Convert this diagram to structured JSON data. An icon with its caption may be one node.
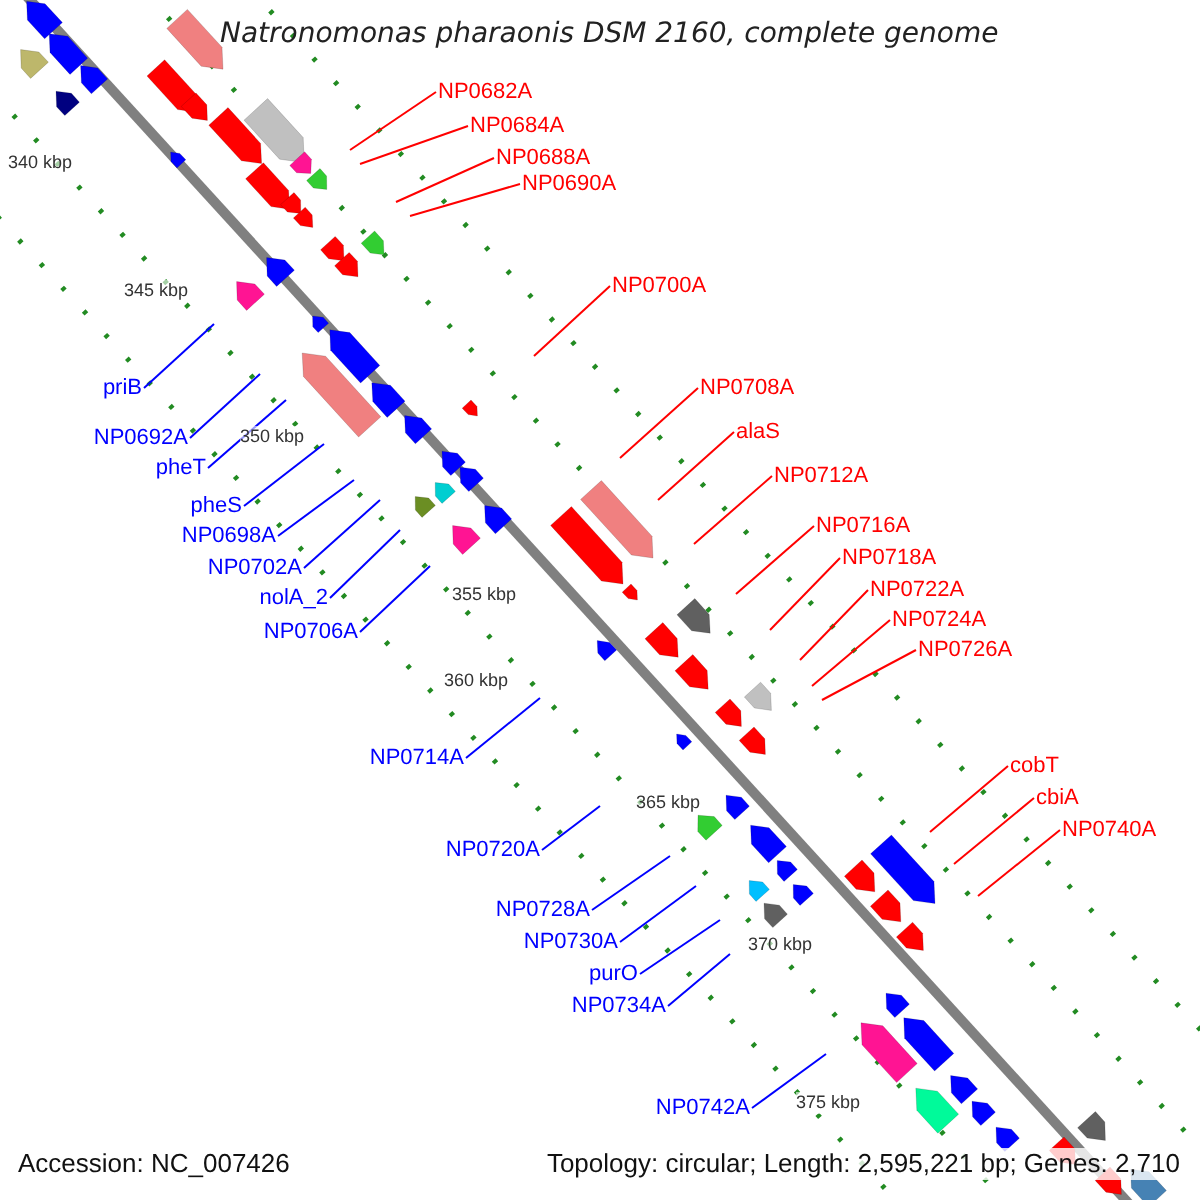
{
  "diagram": {
    "title": "Natronomonas pharaonis DSM 2160, complete genome",
    "nodes": [
      {
        "text": [
          "NP0682A"
        ]
      },
      {
        "text": [
          "NP0684A"
        ]
      },
      {
        "text": [
          "NP0688A"
        ]
      },
      {
        "text": [
          "NP0690A"
        ]
      },
      {
        "text": [
          "NP0700A"
        ]
      },
      {
        "text": [
          "priB"
        ]
      },
      {
        "text": [
          "NP0708A"
        ]
      },
      {
        "text": [
          "NP0692A"
        ]
      },
      {
        "text": [
          "alaS"
        ]
      },
      {
        "text": [
          "pheT"
        ]
      },
      {
        "text": [
          "NP0712A"
        ]
      },
      {
        "text": [
          "pheS"
        ]
      },
      {
        "text": [
          "NP0698A"
        ]
      },
      {
        "text": [
          "NP0716A"
        ]
      },
      {
        "text": [
          "NP0718A"
        ]
      },
      {
        "text": [
          "NP0702A"
        ]
      },
      {
        "text": [
          "NP0722A"
        ]
      },
      {
        "text": [
          "nolA_2"
        ]
      },
      {
        "text": [
          "NP0724A"
        ]
      },
      {
        "text": [
          "NP0706A"
        ]
      },
      {
        "text": [
          "NP0726A"
        ]
      },
      {
        "text": [
          "NP0714A"
        ]
      },
      {
        "text": [
          "cobT"
        ]
      },
      {
        "text": [
          "cbiA"
        ]
      },
      {
        "text": [
          "NP0740A"
        ]
      },
      {
        "text": [
          "NP0720A"
        ]
      },
      {
        "text": [
          "NP0728A"
        ]
      },
      {
        "text": [
          "NP0730A"
        ]
      },
      {
        "text": [
          "purO"
        ]
      },
      {
        "text": [
          "NP0734A"
        ]
      },
      {
        "text": [
          "NP0742A"
        ]
      }
    ],
    "edges": [
      {
        "from": 0,
        "to": null,
        "arrow": "none"
      },
      {
        "from": 1,
        "to": null,
        "arrow": "none"
      },
      {
        "from": 2,
        "to": null,
        "arrow": "none"
      },
      {
        "from": 3,
        "to": null,
        "arrow": "none"
      },
      {
        "from": 4,
        "to": null,
        "arrow": "none"
      },
      {
        "from": 5,
        "to": null,
        "arrow": "none",
        "color": "#0000ff"
      },
      {
        "from": 6,
        "to": null,
        "arrow": "none"
      },
      {
        "from": 7,
        "to": null,
        "arrow": "none",
        "color": "#0000ff"
      },
      {
        "from": 8,
        "to": null,
        "arrow": "none"
      },
      {
        "from": 9,
        "to": null,
        "arrow": "none",
        "color": "#0000ff"
      },
      {
        "from": 10,
        "to": null,
        "arrow": "none"
      },
      {
        "from": 11,
        "to": null,
        "arrow": "none",
        "color": "#0000ff"
      },
      {
        "from": 12,
        "to": null,
        "arrow": "none",
        "color": "#0000ff"
      },
      {
        "from": 13,
        "to": null,
        "arrow": "none"
      },
      {
        "from": 14,
        "to": null,
        "arrow": "none"
      },
      {
        "from": 15,
        "to": null,
        "arrow": "none",
        "color": "#0000ff"
      },
      {
        "from": 16,
        "to": null,
        "arrow": "none"
      },
      {
        "from": 17,
        "to": null,
        "arrow": "none",
        "color": "#0000ff"
      },
      {
        "from": 18,
        "to": null,
        "arrow": "none"
      },
      {
        "from": 19,
        "to": null,
        "arrow": "none",
        "color": "#0000ff"
      },
      {
        "from": 20,
        "to": null,
        "arrow": "none"
      },
      {
        "from": 21,
        "to": null,
        "arrow": "none",
        "color": "#0000ff"
      },
      {
        "from": 22,
        "to": null,
        "arrow": "none"
      },
      {
        "from": 23,
        "to": null,
        "arrow": "none"
      },
      {
        "from": 24,
        "to": null,
        "arrow": "none"
      },
      {
        "from": 25,
        "to": null,
        "arrow": "none",
        "color": "#0000ff"
      },
      {
        "from": 26,
        "to": null,
        "arrow": "none",
        "color": "#0000ff"
      },
      {
        "from": 27,
        "to": null,
        "arrow": "none",
        "color": "#0000ff"
      },
      {
        "from": 28,
        "to": null,
        "arrow": "none",
        "color": "#0000ff"
      },
      {
        "from": 29,
        "to": null,
        "arrow": "none",
        "color": "#0000ff"
      },
      {
        "from": 30,
        "to": null,
        "arrow": "none",
        "color": "#0000ff"
      }
    ],
    "labels": [
      "340 kbp",
      "345 kbp",
      "350 kbp",
      "355 kbp",
      "360 kbp",
      "365 kbp",
      "370 kbp",
      "375 kbp",
      "Accession: NC_007426",
      "Topology: circular; Length: 2,595,221 bp; Genes: 2,710"
    ]
  }
}
